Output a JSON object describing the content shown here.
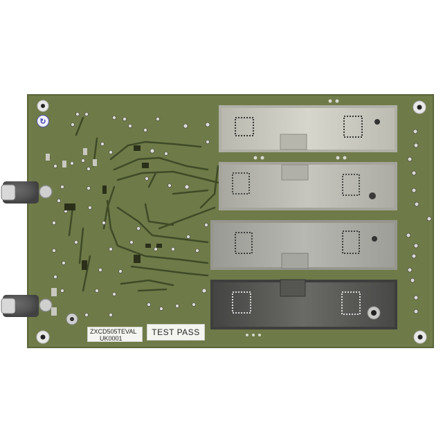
{
  "board": {
    "model_label": "ZXCD505TEVAL",
    "serial_label": "UK0001",
    "test_label": "TEST PASS",
    "logo_glyph": "↻"
  },
  "colors": {
    "background": "#ffffff",
    "pcb": "#6e7a48",
    "pcb_dark": "#556036",
    "trace": "#3f4a27",
    "pad": "#d8d8d0",
    "shield_light": "#cfcfc6",
    "shield_dark": "#4a4a48"
  },
  "icons": [
    "mounting-hole-icon",
    "rca-connector-icon",
    "logo-icon"
  ]
}
